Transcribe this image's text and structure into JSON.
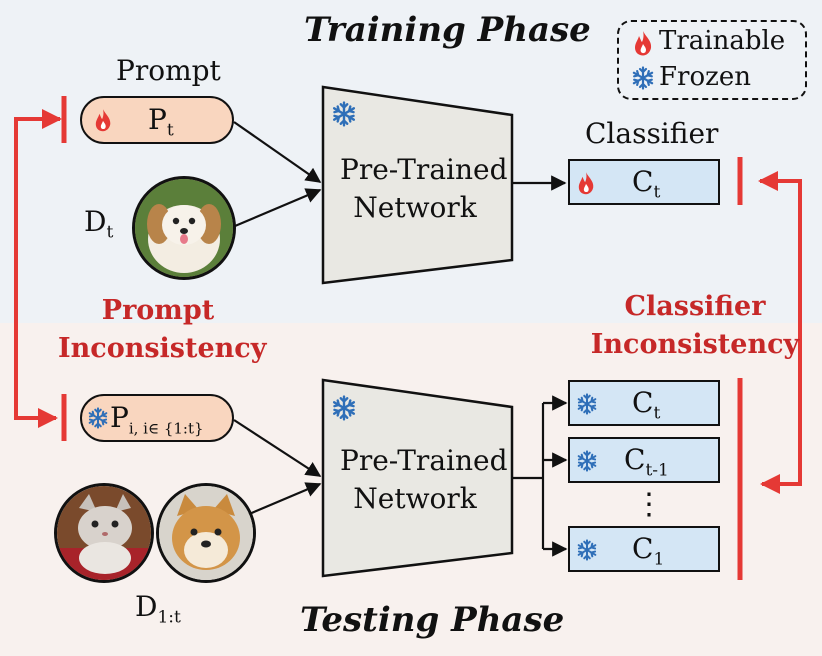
{
  "phases": {
    "training": "Training Phase",
    "testing": "Testing Phase"
  },
  "legend": {
    "trainable": "Trainable",
    "frozen": "Frozen"
  },
  "labels": {
    "prompt": "Prompt",
    "classifier": "Classifier"
  },
  "training": {
    "prompt_main": "P",
    "prompt_sub": "t",
    "data_main": "D",
    "data_sub": "t",
    "network_line1": "Pre-Trained",
    "network_line2": "Network",
    "classifier_main": "C",
    "classifier_sub": "t"
  },
  "testing": {
    "prompt_main": "P",
    "prompt_sub": "i, i∈ {1:t}",
    "data_main": "D",
    "data_sub": "1:t",
    "network_line1": "Pre-Trained",
    "network_line2": "Network",
    "classifiers": [
      {
        "main": "C",
        "sub": "t"
      },
      {
        "main": "C",
        "sub": "t-1"
      },
      {
        "main": "C",
        "sub": "1"
      }
    ],
    "ellipsis": "⋮"
  },
  "inconsistency": {
    "prompt_line1": "Prompt",
    "prompt_line2": "Inconsistency",
    "classifier_line1": "Classifier",
    "classifier_line2": "Inconsistency"
  },
  "colors": {
    "accent_red": "#e53935",
    "label_red": "#c62828",
    "prompt_fill": "#f9d6bf",
    "classifier_fill": "#d4e6f5",
    "network_fill": "#e9e8e3",
    "frozen_blue": "#2f6fb8"
  },
  "icons": {
    "trainable": "flame-icon",
    "frozen": "snowflake-icon"
  }
}
